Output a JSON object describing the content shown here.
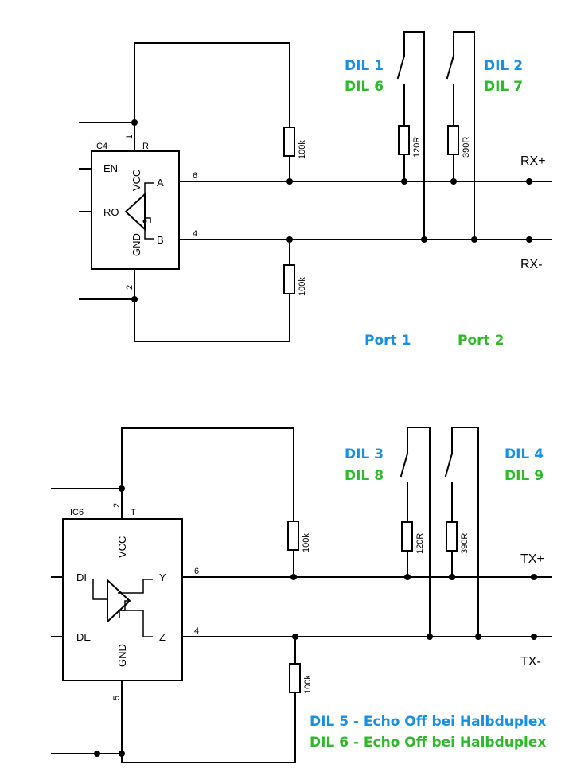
{
  "top": {
    "ic_name": "IC4",
    "pin_r": "R",
    "pin_en": "EN",
    "pin_ro": "RO",
    "pin_vcc": "VCC",
    "pin_gnd": "GND",
    "pin_a": "A",
    "pin_b": "B",
    "pin_num_1": "1",
    "pin_num_2": "2",
    "pin_num_6": "6",
    "pin_num_4": "4",
    "res_top": "100k",
    "res_bottom": "100k",
    "res_120": "120R",
    "res_390": "390R",
    "dil1": "DIL 1",
    "dil6": "DIL 6",
    "dil2": "DIL 2",
    "dil7": "DIL 7",
    "rx_plus": "RX+",
    "rx_minus": "RX-",
    "port1": "Port 1",
    "port2": "Port 2"
  },
  "bottom": {
    "ic_name": "IC6",
    "pin_t": "T",
    "pin_vcc": "VCC",
    "pin_gnd": "GND",
    "pin_di": "DI",
    "pin_de": "DE",
    "pin_y": "Y",
    "pin_z": "Z",
    "pin_num_2": "2",
    "pin_num_5": "5",
    "pin_num_6": "6",
    "pin_num_4": "4",
    "res_top": "100k",
    "res_bottom": "100k",
    "res_120": "120R",
    "res_390": "390R",
    "dil3": "DIL 3",
    "dil8": "DIL 8",
    "dil4": "DIL 4",
    "dil9": "DIL 9",
    "tx_plus": "TX+",
    "tx_minus": "TX-",
    "note_blue": "DIL 5 - Echo Off bei Halbduplex",
    "note_green": "DIL 6 - Echo Off bei Halbduplex"
  },
  "colors": {
    "blue": "#1a8fdf",
    "green": "#2fb82a"
  }
}
